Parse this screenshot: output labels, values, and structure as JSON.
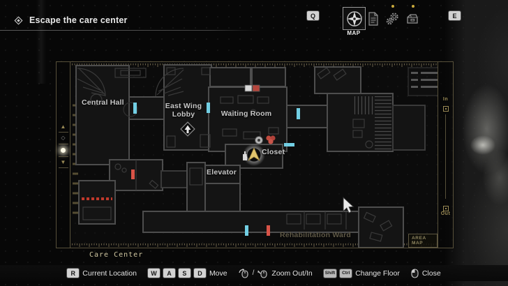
{
  "objective": {
    "title": "Escape the care center"
  },
  "top_bar": {
    "prev_key": "Q",
    "next_key": "E",
    "map_tab_label": "MAP",
    "tabs": [
      "map",
      "files",
      "tune-up",
      "records"
    ],
    "notification_color": "#c9a93c"
  },
  "map": {
    "area_name": "Care Center",
    "area_map_label": "AREA MAP",
    "zoom_in_label": "In",
    "zoom_out_label": "Out",
    "rooms": {
      "central_hall": "Central Hall",
      "east_wing_lobby": "East Wing Lobby",
      "waiting_room": "Waiting Room",
      "closet": "Closet",
      "elevator": "Elevator",
      "rehabilitation_ward": "Rehabilitation Ward"
    },
    "markers": {
      "player_location": "Closet",
      "door_normal_color": "#72cfe4",
      "door_locked_color": "#d85347",
      "player_arrow_color": "#e2c56d",
      "frame_color": "#6b6148"
    }
  },
  "controls": {
    "current_location": {
      "key": "R",
      "label": "Current Location"
    },
    "move": {
      "keys": [
        "W",
        "A",
        "S",
        "D"
      ],
      "label": "Move"
    },
    "zoom": {
      "separator": "/",
      "label": "Zoom Out/In"
    },
    "change_floor": {
      "keys": [
        "Shift",
        "Ctrl"
      ],
      "label": "Change Floor"
    },
    "close": {
      "label": "Close"
    }
  }
}
